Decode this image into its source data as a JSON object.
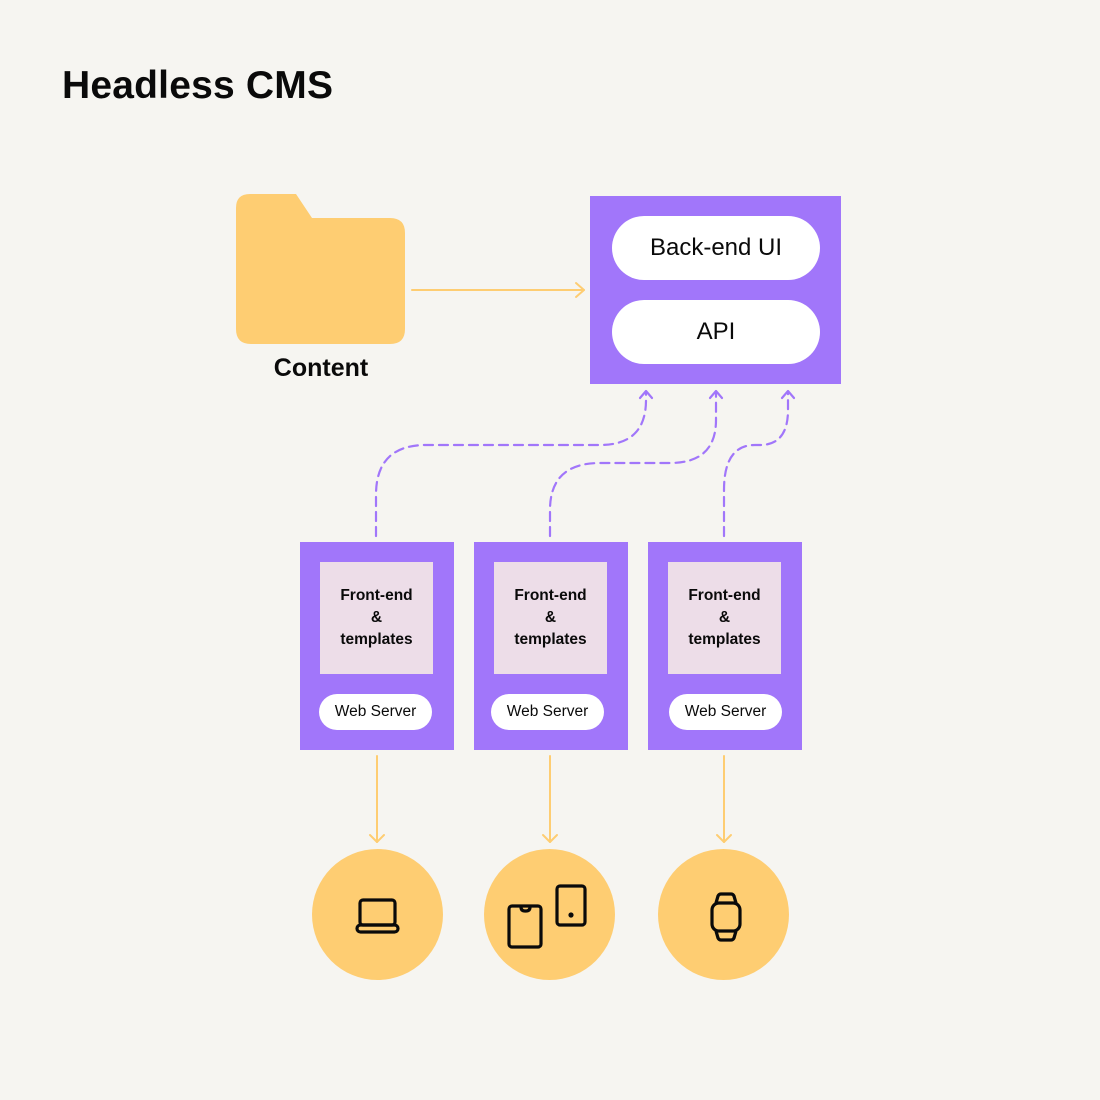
{
  "title": "Headless CMS",
  "colors": {
    "background": "#f6f5f1",
    "purple": "#a176fa",
    "yellow": "#fecd72",
    "template_bg": "#eddde8",
    "pill_bg": "#ffffff",
    "text": "#0a0a0a"
  },
  "content": {
    "icon": "folder-icon",
    "label": "Content"
  },
  "backend": {
    "items": [
      {
        "label": "Back-end UI"
      },
      {
        "label": "API"
      }
    ]
  },
  "servers": [
    {
      "template_lines": [
        "Front-end",
        "&",
        "templates"
      ],
      "server_label": "Web Server"
    },
    {
      "template_lines": [
        "Front-end",
        "&",
        "templates"
      ],
      "server_label": "Web Server"
    },
    {
      "template_lines": [
        "Front-end",
        "&",
        "templates"
      ],
      "server_label": "Web Server"
    }
  ],
  "devices": [
    {
      "icon": "laptop-icon"
    },
    {
      "icon": "phone-tablet-icon"
    },
    {
      "icon": "smartwatch-icon"
    }
  ],
  "connectors": {
    "content_to_backend": "solid-arrow",
    "servers_to_api": "dashed-arrows",
    "servers_to_devices": "solid-arrows"
  }
}
